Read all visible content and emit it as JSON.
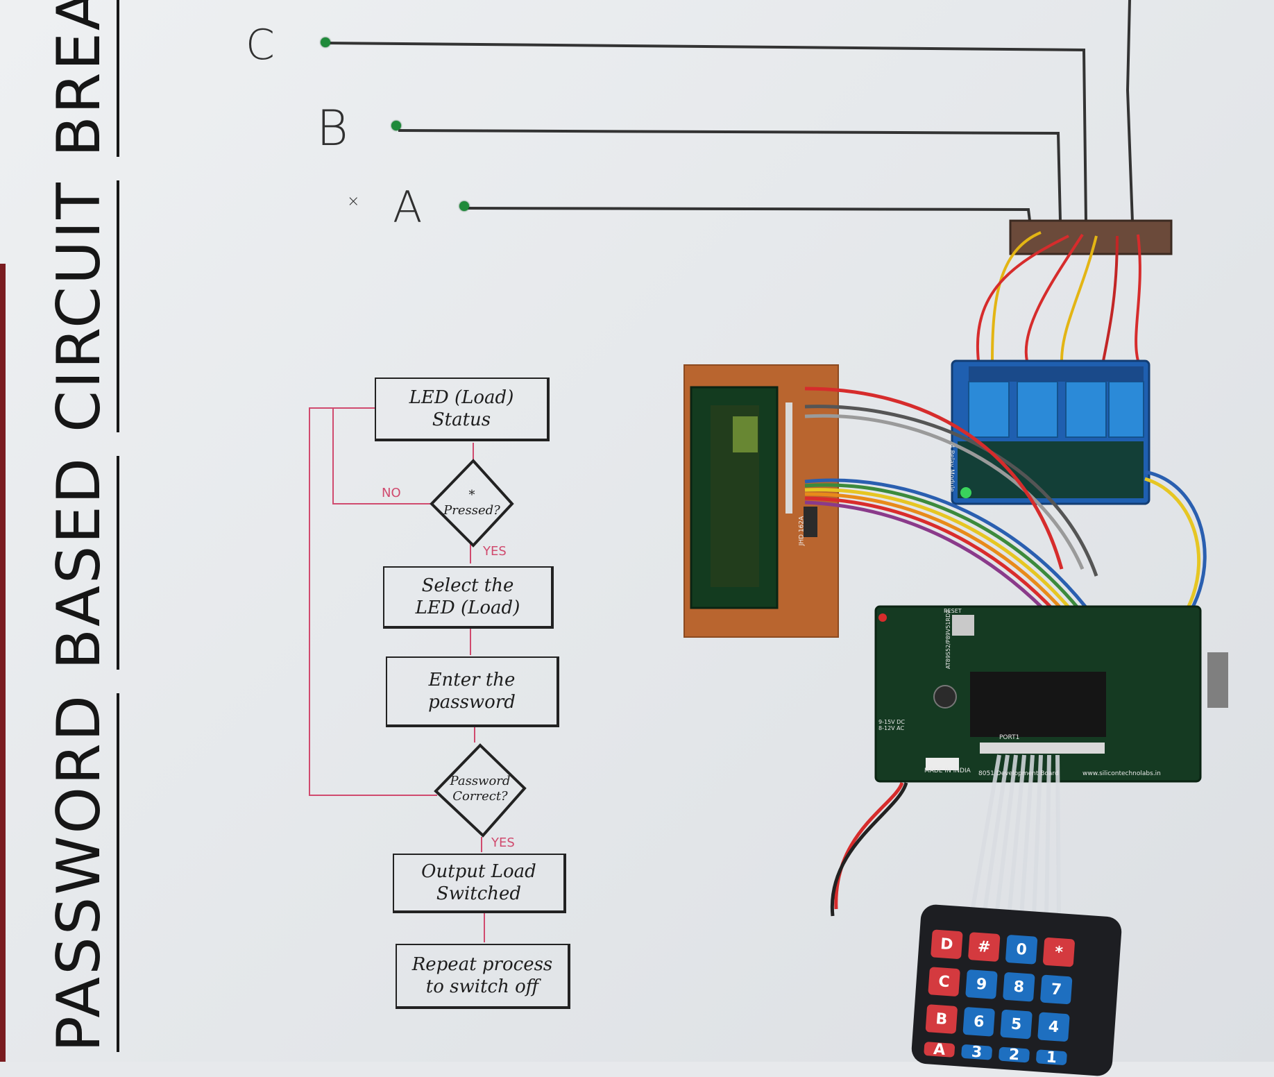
{
  "title": {
    "words": [
      "PASSWORD",
      "BASED",
      "CIRCUIT",
      "BREAKER"
    ]
  },
  "phases": {
    "a": "A",
    "b": "B",
    "c": "C",
    "mark": "×"
  },
  "flowchart": {
    "led_status": "LED (Load)\nStatus",
    "star_pressed": "*\nPressed?",
    "no_label": "NO",
    "yes_label_1": "YES",
    "select_load": "Select the\nLED (Load)",
    "enter_password": "Enter the\npassword",
    "password_correct": "Password\nCorrect?",
    "yes_label_2": "YES",
    "output_switched": "Output Load\nSwitched",
    "repeat": "Repeat process\nto switch off"
  },
  "hardware": {
    "relay_module": "4 Relay Module",
    "lcd_model": "JHD 162A",
    "board_name": "8051 Development Board",
    "board_url": "www.silicontechnolabs.in",
    "made_in": "MADE IN INDIA",
    "mcu": "AT89S52/P89V51RD2",
    "power": "9-15V DC\n8-12V AC",
    "port": "PORT1",
    "reset": "RESET"
  },
  "keypad": {
    "rows": [
      [
        "D",
        "#",
        "0",
        "*"
      ],
      [
        "C",
        "9",
        "8",
        "7"
      ],
      [
        "B",
        "6",
        "5",
        "4"
      ],
      [
        "A",
        "3",
        "2",
        "1"
      ]
    ]
  },
  "colors": {
    "ink": "#1d1d1d",
    "flow_pink": "#d04a6e",
    "led_green": "#1f8a3a",
    "pcb_green": "#153a22",
    "relay_blue": "#1f63b4",
    "perfboard": "#b9652f"
  }
}
